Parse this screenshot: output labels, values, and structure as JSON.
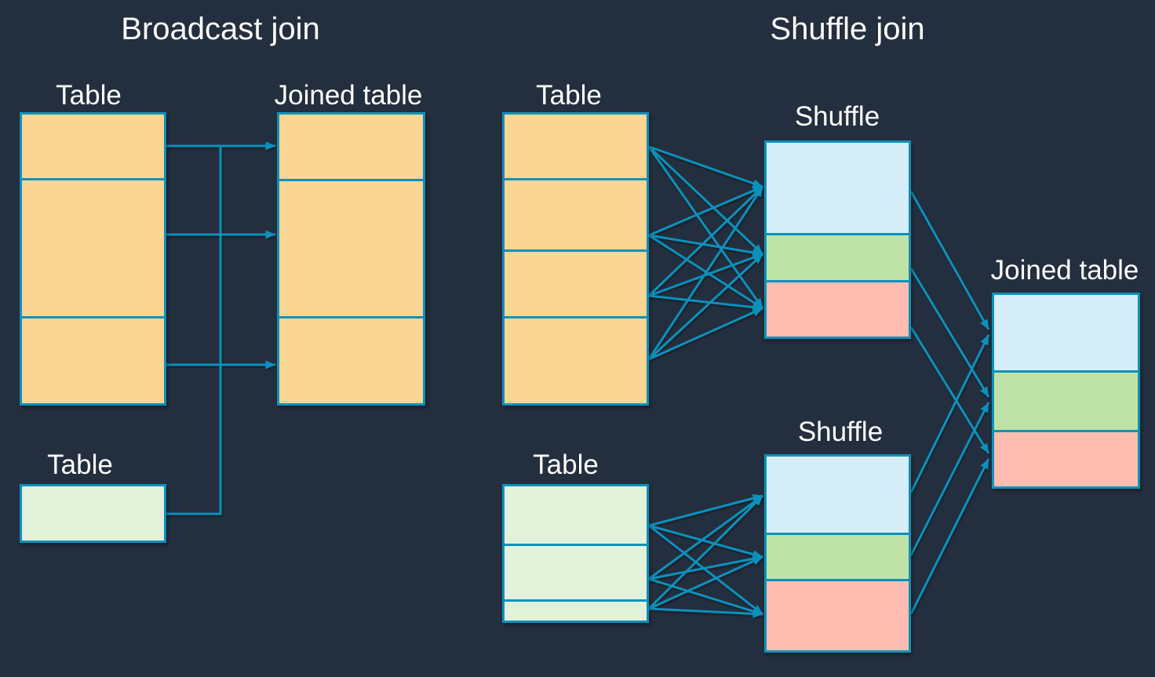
{
  "colors": {
    "background": "#232F3E",
    "stroke": "#0C91BC",
    "orange": "#FBD593",
    "light_green": "#E2F1DA",
    "blue": "#D5EEFA",
    "green": "#BFE3A6",
    "pink": "#FFBDB2",
    "text": "#FFFFFF"
  },
  "broadcast": {
    "title": "Broadcast join",
    "source_table_label": "Table",
    "joined_table_label": "Joined table",
    "small_table_label": "Table"
  },
  "shuffle": {
    "title": "Shuffle join",
    "top_table_label": "Table",
    "top_shuffle_label": "Shuffle",
    "bottom_table_label": "Table",
    "bottom_shuffle_label": "Shuffle",
    "joined_table_label": "Joined table"
  }
}
